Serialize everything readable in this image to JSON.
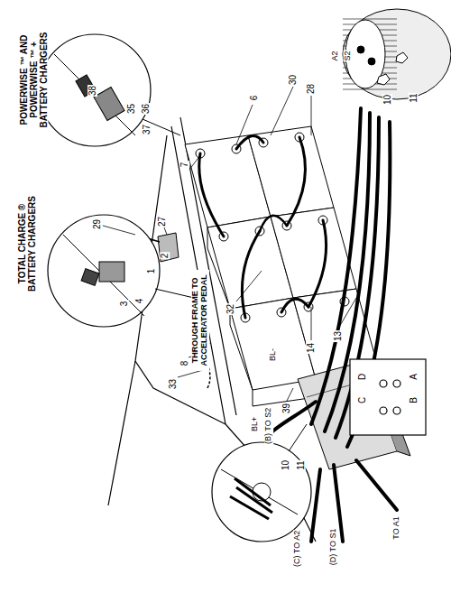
{
  "diagram": {
    "labels": [
      "POWERWISE ™ AND POWERWISE ™ + BATTERY CHARGERS",
      "TOTAL CHARGE ® BATTERY CHARGERS",
      "THROUGH FRAME TO ACCELERATOR PEDAL",
      "38",
      "35",
      "36",
      "37",
      "3",
      "4",
      "1",
      "2",
      "29",
      "27",
      "7",
      "6",
      "30",
      "28",
      "32",
      "33",
      "8",
      "14",
      "13",
      "39",
      "BL-",
      "BL+",
      "(B) TO S2",
      "(C) TO A2",
      "(D) TO S1",
      "TO A1",
      "10",
      "11",
      "C",
      "D",
      "B",
      "A",
      "A2",
      "S2",
      "10",
      "11"
    ]
  }
}
